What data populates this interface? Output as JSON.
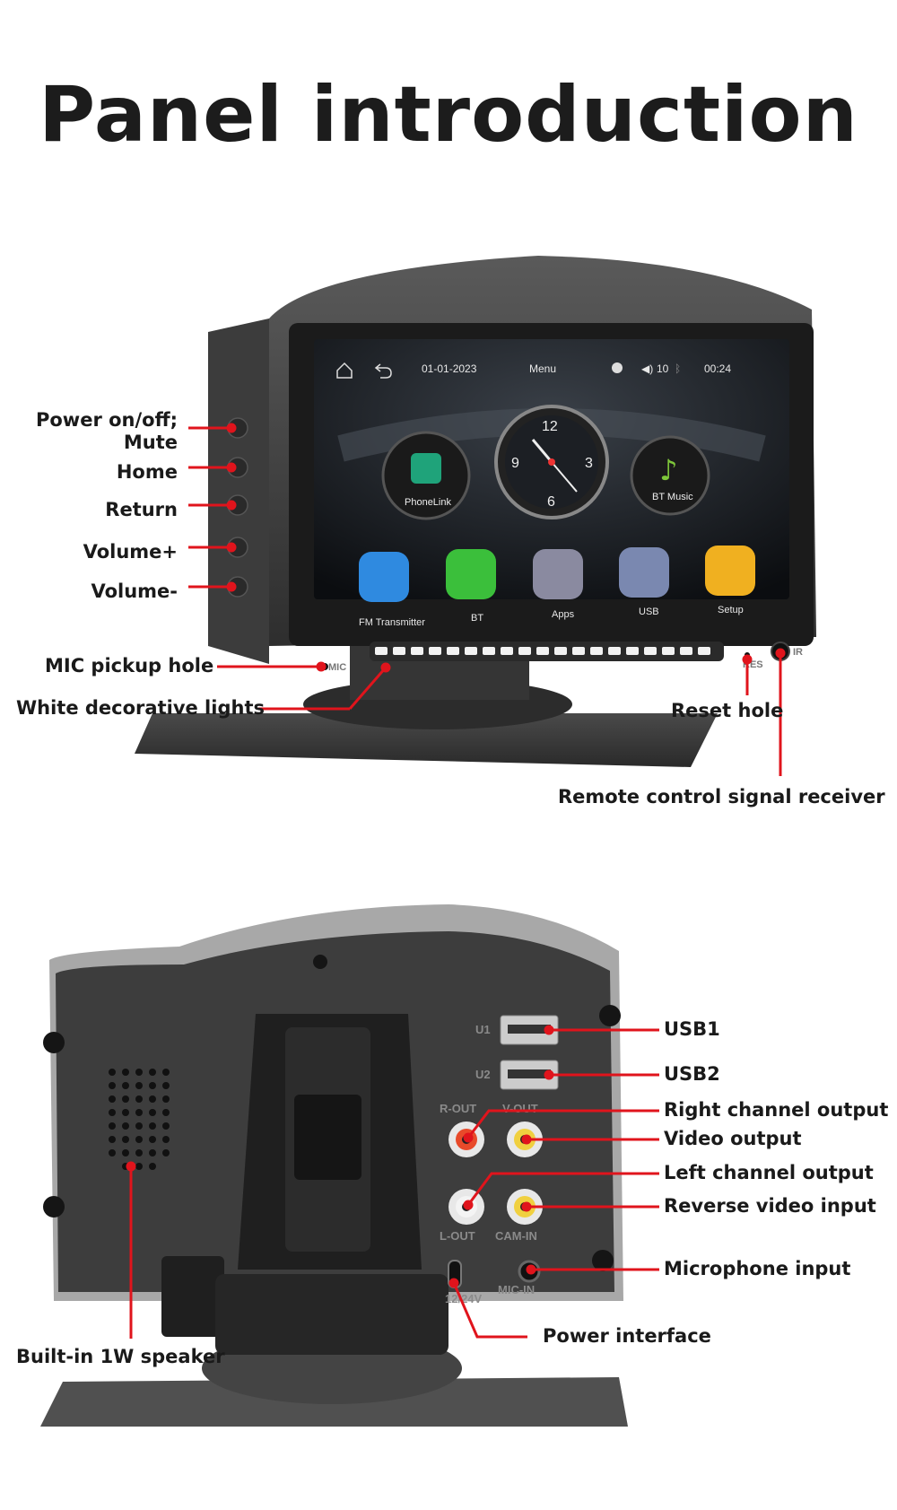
{
  "title": "Panel introduction",
  "front": {
    "screen": {
      "date": "01-01-2023",
      "menu": "Menu",
      "volume": "10",
      "time": "00:24",
      "clock_numbers": [
        "12",
        "3",
        "6",
        "9"
      ],
      "big_apps": [
        "PhoneLink",
        "BT Music"
      ],
      "apps": [
        "FM Transmitter",
        "BT",
        "Apps",
        "USB",
        "Setup"
      ]
    },
    "body_labels": {
      "mic": "MIC",
      "res": "RES",
      "ir": "IR"
    },
    "labels": {
      "power_line1": "Power on/off;",
      "power_line2": "Mute",
      "home": "Home",
      "return": "Return",
      "volume_up": "Volume+",
      "volume_down": "Volume-",
      "mic": "MIC pickup hole",
      "lights": "White decorative lights",
      "reset": "Reset hole",
      "remote": "Remote control signal receiver"
    }
  },
  "back": {
    "port_labels": {
      "u1": "U1",
      "u2": "U2",
      "rout": "R-OUT",
      "vout": "V-OUT",
      "lout": "L-OUT",
      "camin": "CAM-IN",
      "micin": "MIC-IN",
      "dc": "12/24V"
    },
    "labels": {
      "usb1": "USB1",
      "usb2": "USB2",
      "right": "Right channel output",
      "video": "Video output",
      "left": "Left channel output",
      "reverse": "Reverse video input",
      "mic": "Microphone input",
      "power": "Power interface",
      "speaker": "Built-in 1W speaker"
    }
  },
  "colors": {
    "leader_line": "#e0141c",
    "device": "#3a3a3a",
    "screen": "#101418",
    "text": "#1a1a1a"
  }
}
